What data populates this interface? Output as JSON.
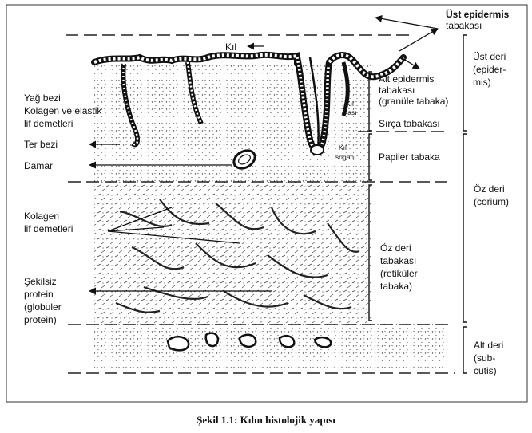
{
  "labels": {
    "ust_epidermis": "Üst epidermis",
    "ust_epidermis_tabakasi": "tabakası",
    "kil": "Kıl",
    "ust_deri": "Üst deri",
    "epider": "(epider-",
    "mis": "mis)",
    "yag_bezi": "Yağ bezi",
    "kolagen_elastik": "Kolagen ve elastik",
    "lif_demetleri": "lif demetleri",
    "alt_epidermis": "Alt epidermis",
    "alt_epidermis_tabakasi": "tabakası",
    "granule": "(granüle tabaka)",
    "kil_kasi_1": "Kıl",
    "kil_kasi_2": "kası",
    "sirca": "Sırça tabakası",
    "ter_bezi": "Ter bezi",
    "kil_sogani_1": "Kıl",
    "kil_sogani_2": "soganı",
    "papiler": "Papiler tabaka",
    "damar": "Damar",
    "oz_deri": "Öz deri",
    "corium": "(corium)",
    "kolagen": "Kolagen",
    "lif_demetleri_2": "lif demetleri",
    "oz_deri_tab_1": "Öz deri",
    "oz_deri_tab_2": "tabakası",
    "retikuler_1": "(retiküler",
    "retikuler_2": "tabaka)",
    "sekilsiz": "Şekilsiz",
    "protein": "protein",
    "globuler": "(globuler",
    "protein_close": "protein)",
    "alt_deri": "Alt deri",
    "sub": "(sub-",
    "cutis": "cutis)"
  },
  "caption": "Şekil 1.1: Kılın histolojik yapısı"
}
